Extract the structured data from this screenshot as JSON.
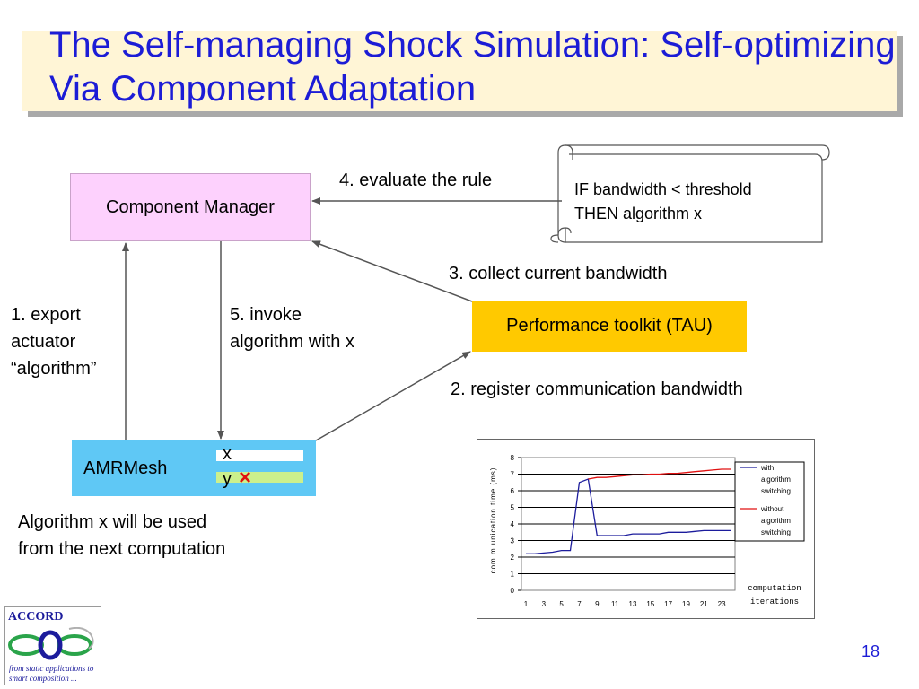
{
  "slide": {
    "title": "The Self-managing Shock Simulation: Self-optimizing Via Component Adaptation",
    "page_number": "18"
  },
  "diagram": {
    "component_manager": "Component Manager",
    "performance_toolkit": "Performance toolkit (TAU)",
    "amrmesh": {
      "label": "AMRMesh",
      "slot_x": "x",
      "slot_y": "y",
      "slot_y_marker": "×"
    },
    "rule_scroll": {
      "line1": "IF bandwidth < threshold",
      "line2": "THEN algorithm x"
    },
    "steps": {
      "step1": [
        "1. export",
        "actuator",
        "“algorithm”"
      ],
      "step2": "2. register communication bandwidth",
      "step3": "3. collect current bandwidth",
      "step4": "4. evaluate the rule",
      "step5": [
        "5. invoke",
        "algorithm with x"
      ]
    },
    "note": [
      "Algorithm x will be used",
      "from the next computation"
    ]
  },
  "logo": {
    "name": "ACCORD",
    "tagline": [
      "from static applications to",
      "smart composition ..."
    ]
  },
  "colors": {
    "title": "#1c1cd6",
    "title_band": "#fff5d6",
    "component_manager_fill": "#fdd1fd",
    "toolkit_fill": "#ffc900",
    "amrmesh_fill": "#5fc8f5",
    "series_with": "#1c1c9c",
    "series_without": "#e01010"
  },
  "chart_data": {
    "type": "line",
    "xlabel_lines": [
      "computation",
      "iterations"
    ],
    "ylabel": "com m unication time (ms)",
    "x": [
      1,
      2,
      3,
      4,
      5,
      6,
      7,
      8,
      9,
      10,
      11,
      12,
      13,
      14,
      15,
      16,
      17,
      18,
      19,
      20,
      21,
      22,
      23,
      24
    ],
    "x_ticks": [
      "1",
      "3",
      "5",
      "7",
      "9",
      "11",
      "13",
      "15",
      "17",
      "19",
      "21",
      "23"
    ],
    "y_ticks": [
      "0",
      "1",
      "2",
      "3",
      "4",
      "5",
      "6",
      "7",
      "8"
    ],
    "ylim": [
      0,
      8
    ],
    "grid": "horizontal",
    "legend_position": "right",
    "series": [
      {
        "name": [
          "with",
          "algorithm",
          "switching"
        ],
        "color": "#1c1c9c",
        "values": [
          2.2,
          2.2,
          2.25,
          2.3,
          2.4,
          2.4,
          6.5,
          6.7,
          3.3,
          3.3,
          3.3,
          3.3,
          3.4,
          3.4,
          3.4,
          3.4,
          3.5,
          3.5,
          3.5,
          3.55,
          3.6,
          3.6,
          3.6,
          3.6
        ]
      },
      {
        "name": [
          "without",
          "algorithm",
          "switching"
        ],
        "color": "#e01010",
        "values": [
          null,
          null,
          null,
          null,
          null,
          null,
          null,
          6.7,
          6.8,
          6.8,
          6.85,
          6.9,
          6.95,
          6.95,
          7.0,
          7.0,
          7.05,
          7.05,
          7.1,
          7.15,
          7.2,
          7.25,
          7.3,
          7.3
        ]
      }
    ]
  }
}
